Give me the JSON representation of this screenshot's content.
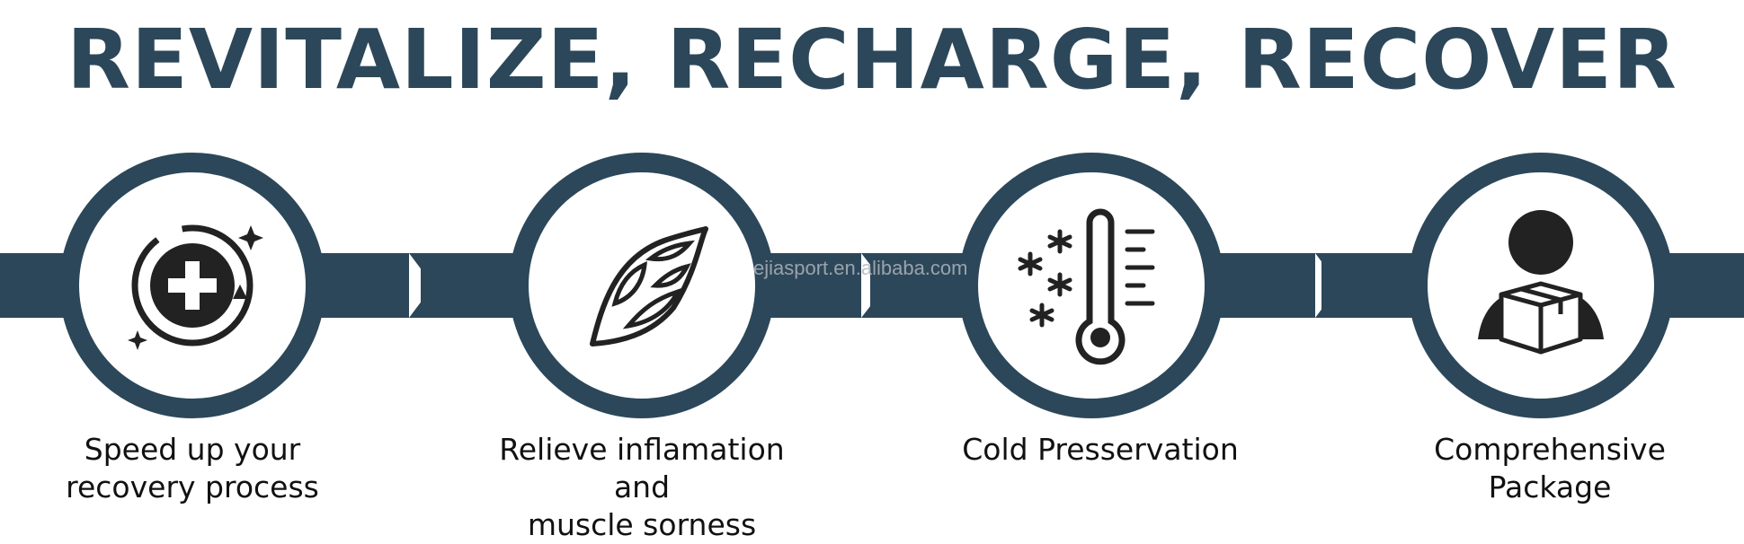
{
  "colors": {
    "primary": "#2c4759",
    "icon": "#222222",
    "text": "#111111"
  },
  "title": "REVITALIZE, RECHARGE, RECOVER",
  "watermark": "ejiasport.en.alibaba.com",
  "steps": [
    {
      "icon": "medical-cross-recovery-icon",
      "lines": [
        "Speed up your",
        "recovery process"
      ]
    },
    {
      "icon": "muscle-icon",
      "lines": [
        "Relieve inflamation and",
        "muscle sorness"
      ]
    },
    {
      "icon": "thermometer-snowflake-icon",
      "lines": [
        "Cold Presservation"
      ]
    },
    {
      "icon": "person-package-icon",
      "lines": [
        "Comprehensive",
        "Package"
      ]
    }
  ]
}
